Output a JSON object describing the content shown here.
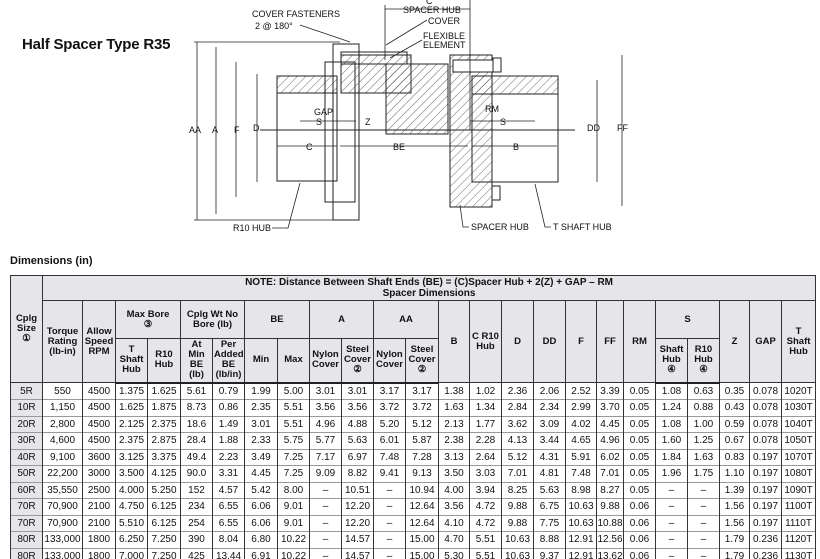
{
  "title": "Half Spacer Type R35",
  "drawing": {
    "cover_fasteners": "COVER FASTENERS",
    "fasteners_spec": "2 @ 180°",
    "c_label": "C",
    "spacer_hub_top": "SPACER HUB",
    "cover": "COVER",
    "flexible": "FLEXIBLE",
    "element": "ELEMENT",
    "aa": "AA",
    "a": "A",
    "f": "F",
    "d": "D",
    "gap": "GAP",
    "s_left": "S",
    "z": "Z",
    "rm": "RM",
    "s_right": "S",
    "c": "C",
    "be": "BE",
    "b": "B",
    "dd": "DD",
    "ff": "FF",
    "r10_hub": "R10 HUB",
    "spacer_hub": "SPACER HUB",
    "t_shaft_hub": "T SHAFT HUB"
  },
  "dimensions_title": "Dimensions (in)",
  "table": {
    "note_line1": "NOTE: Distance Between Shaft Ends (BE) = (C)Spacer Hub + 2(Z) + GAP – RM",
    "note_line2": "Spacer Dimensions",
    "h": {
      "size": "Cplg Size",
      "size_note": "①",
      "torque": "Torque Rating (lb-in)",
      "speed": "Allow Speed RPM",
      "maxbore": "Max Bore",
      "maxbore_note": "③",
      "wt": "Cplg Wt No Bore (lb)",
      "be": "BE",
      "a": "A",
      "aa": "AA",
      "b": "B",
      "c": "C R10 Hub",
      "d": "D",
      "dd": "DD",
      "f": "F",
      "ff": "FF",
      "rm": "RM",
      "s": "S",
      "z": "Z",
      "gap": "GAP",
      "t": "T Shaft Hub",
      "tshaft": "T Shaft Hub",
      "r10": "R10 Hub",
      "atmin": "At Min BE (lb)",
      "per": "Per Added BE (lb/in)",
      "min": "Min",
      "max": "Max",
      "nylon": "Nylon Cover",
      "steel": "Steel Cover",
      "steel_note": "②",
      "s_shaft": "Shaft Hub",
      "s_r10": "R10 Hub",
      "s_note": "④"
    },
    "rows": [
      [
        "5R",
        "550",
        "4500",
        "1.375",
        "1.625",
        "5.61",
        "0.79",
        "1.99",
        "5.00",
        "3.01",
        "3.01",
        "3.17",
        "3.17",
        "1.38",
        "1.02",
        "2.36",
        "2.06",
        "2.52",
        "3.39",
        "0.05",
        "1.08",
        "0.63",
        "0.35",
        "0.078",
        "1020T"
      ],
      [
        "10R",
        "1,150",
        "4500",
        "1.625",
        "1.875",
        "8.73",
        "0.86",
        "2.35",
        "5.51",
        "3.56",
        "3.56",
        "3.72",
        "3.72",
        "1.63",
        "1.34",
        "2.84",
        "2.34",
        "2.99",
        "3.70",
        "0.05",
        "1.24",
        "0.88",
        "0.43",
        "0.078",
        "1030T"
      ],
      [
        "20R",
        "2,800",
        "4500",
        "2.125",
        "2.375",
        "18.6",
        "1.49",
        "3.01",
        "5.51",
        "4.96",
        "4.88",
        "5.20",
        "5.12",
        "2.13",
        "1.77",
        "3.62",
        "3.09",
        "4.02",
        "4.45",
        "0.05",
        "1.08",
        "1.00",
        "0.59",
        "0.078",
        "1040T"
      ],
      [
        "30R",
        "4,600",
        "4500",
        "2.375",
        "2.875",
        "28.4",
        "1.88",
        "2.33",
        "5.75",
        "5.77",
        "5.63",
        "6.01",
        "5.87",
        "2.38",
        "2.28",
        "4.13",
        "3.44",
        "4.65",
        "4.96",
        "0.05",
        "1.60",
        "1.25",
        "0.67",
        "0.078",
        "1050T"
      ],
      [
        "40R",
        "9,100",
        "3600",
        "3.125",
        "3.375",
        "49.4",
        "2.23",
        "3.49",
        "7.25",
        "7.17",
        "6.97",
        "7.48",
        "7.28",
        "3.13",
        "2.64",
        "5.12",
        "4.31",
        "5.91",
        "6.02",
        "0.05",
        "1.84",
        "1.63",
        "0.83",
        "0.197",
        "1070T"
      ],
      [
        "50R",
        "22,200",
        "3000",
        "3.500",
        "4.125",
        "90.0",
        "3.31",
        "4.45",
        "7.25",
        "9.09",
        "8.82",
        "9.41",
        "9.13",
        "3.50",
        "3.03",
        "7.01",
        "4.81",
        "7.48",
        "7.01",
        "0.05",
        "1.96",
        "1.75",
        "1.10",
        "0.197",
        "1080T"
      ],
      [
        "60R",
        "35,550",
        "2500",
        "4.000",
        "5.250",
        "152",
        "4.57",
        "5.42",
        "8.00",
        "–",
        "10.51",
        "–",
        "10.94",
        "4.00",
        "3.94",
        "8.25",
        "5.63",
        "8.98",
        "8.27",
        "0.05",
        "–",
        "–",
        "1.39",
        "0.197",
        "1090T"
      ],
      [
        "70R",
        "70,900",
        "2100",
        "4.750",
        "6.125",
        "234",
        "6.55",
        "6.06",
        "9.01",
        "–",
        "12.20",
        "–",
        "12.64",
        "3.56",
        "4.72",
        "9.88",
        "6.75",
        "10.63",
        "9.88",
        "0.06",
        "–",
        "–",
        "1.56",
        "0.197",
        "1100T"
      ],
      [
        "70R",
        "70,900",
        "2100",
        "5.510",
        "6.125",
        "254",
        "6.55",
        "6.06",
        "9.01",
        "–",
        "12.20",
        "–",
        "12.64",
        "4.10",
        "4.72",
        "9.88",
        "7.75",
        "10.63",
        "10.88",
        "0.06",
        "–",
        "–",
        "1.56",
        "0.197",
        "1110T"
      ],
      [
        "80R",
        "133,000",
        "1800",
        "6.250",
        "7.250",
        "390",
        "8.04",
        "6.80",
        "10.22",
        "–",
        "14.57",
        "–",
        "15.00",
        "4.70",
        "5.51",
        "10.63",
        "8.88",
        "12.91",
        "12.56",
        "0.06",
        "–",
        "–",
        "1.79",
        "0.236",
        "1120T"
      ],
      [
        "80R",
        "133,000",
        "1800",
        "7.000",
        "7.250",
        "425",
        "13.44",
        "6.91",
        "10.22",
        "–",
        "14.57",
        "–",
        "15.00",
        "5.30",
        "5.51",
        "10.63",
        "9.37",
        "12.91",
        "13.62",
        "0.06",
        "–",
        "–",
        "1.79",
        "0.236",
        "1130T"
      ]
    ]
  }
}
